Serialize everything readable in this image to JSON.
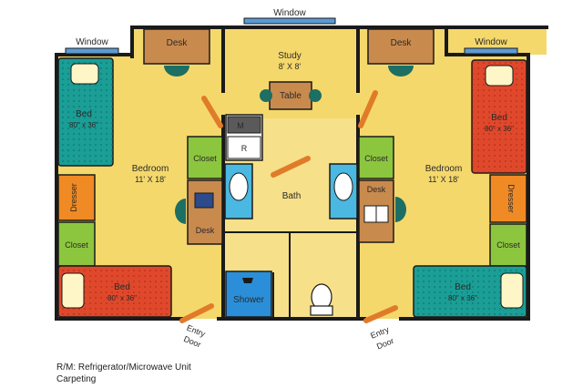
{
  "windows": {
    "top": "Window",
    "left": "Window",
    "right": "Window"
  },
  "study": {
    "name": "Study",
    "size": "8' X 8'",
    "table": "Table"
  },
  "left_bedroom": {
    "name": "Bedroom",
    "size": "11' X 18'",
    "desk_top": "Desk",
    "desk_side": "Desk",
    "closet_right": "Closet",
    "closet_left": "Closet",
    "dresser": "Dresser",
    "bed_top": "Bed",
    "bed_top_size": "80\" x 36\"",
    "bed_bottom": "Bed",
    "bed_bottom_size": "80\" x 36\""
  },
  "right_bedroom": {
    "name": "Bedroom",
    "size": "11' X 18'",
    "desk_top": "Desk",
    "desk_side": "Desk",
    "closet_left": "Closet",
    "closet_right": "Closet",
    "dresser": "Dresser",
    "bed_top": "Bed",
    "bed_top_size": "80\" x 36\"",
    "bed_bottom": "Bed",
    "bed_bottom_size": "80\" x 36\""
  },
  "bath": {
    "name": "Bath",
    "shower": "Shower"
  },
  "fridge": {
    "micro": "M",
    "fridge": "R"
  },
  "doors": {
    "left": [
      "Entry",
      "Door"
    ],
    "right": [
      "Entry",
      "Door"
    ]
  },
  "legend": {
    "line1": "R/M: Refrigerator/Microwave Unit",
    "line2": "Carpeting"
  },
  "colors": {
    "floor": "#f5d86b",
    "wall": "#1a1a1a",
    "desk": "#c98a4e",
    "closet": "#8cc63f",
    "dresser": "#f08a24",
    "bed_teal": "#1a9e96",
    "bed_red": "#e0482c",
    "bath": "#4ab8e0",
    "door": "#e07b2a",
    "window": "#5b9bd5",
    "chair": "#1d6e63"
  }
}
